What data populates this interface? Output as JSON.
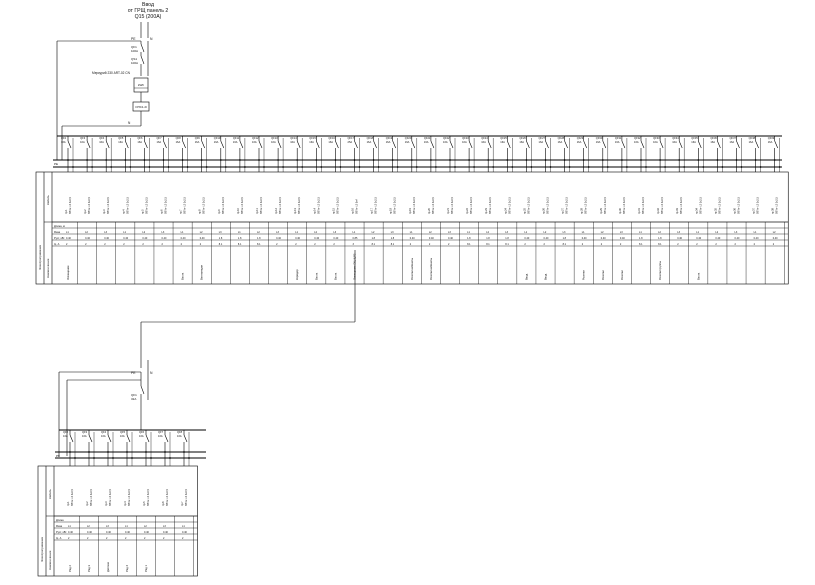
{
  "header": {
    "line1": "Ввод",
    "line2": "от ГРЩ панель 2",
    "line3": "Q15 (200A)"
  },
  "main_panel": {
    "phase_label": "PE",
    "neutral_label": "N",
    "bus_label": "PE",
    "main_breaker": {
      "name": "QF1",
      "rating": "100A"
    },
    "switch": {
      "name": "QS1",
      "rating": "100A"
    },
    "meter": {
      "label": "Меркурий 230 ART-02 CN",
      "box": "kWh"
    },
    "spd": {
      "label": "ОПС1-D"
    },
    "n_label": "N",
    "row_labels": {
      "cable": "Кабель",
      "length": "Длина, м",
      "phase": "Фаза",
      "power": "Руст, кВт",
      "current": "Iр, А",
      "consumer": "Наименование",
      "side_title": "Электроприемник"
    },
    "feeders": [
      {
        "breaker": "QF2",
        "rating": "16A",
        "cable": "ВВГнг-LS 3х2,5",
        "group": "гр.1",
        "power": "0.40",
        "current": "2",
        "phase": "L1",
        "consumer": "Освещение"
      },
      {
        "breaker": "QF3",
        "rating": "16A",
        "cable": "ВВГнг-LS 3х2,5",
        "group": "гр.2",
        "power": "0.40",
        "current": "2",
        "phase": "L2",
        "consumer": ""
      },
      {
        "breaker": "QF4",
        "rating": "16A",
        "cable": "ВВГнг-LS 3х2,5",
        "group": "гр.3",
        "power": "0.40",
        "current": "2",
        "phase": "L3",
        "consumer": ""
      },
      {
        "breaker": "QF5",
        "rating": "16A",
        "cable": "ВВГнг-LS 3х2,5",
        "group": "гр.4",
        "power": "0.40",
        "current": "2",
        "phase": "L1",
        "consumer": ""
      },
      {
        "breaker": "QF6",
        "rating": "16A",
        "cable": "ВВГнг-LS 3х2,5",
        "group": "гр.5",
        "power": "0.40",
        "current": "2",
        "phase": "L2",
        "consumer": ""
      },
      {
        "breaker": "QF7",
        "rating": "16A",
        "cable": "ВВГнг-LS 3х2,5",
        "group": "гр.6",
        "power": "0.40",
        "current": "2",
        "phase": "L3",
        "consumer": ""
      },
      {
        "breaker": "QF8",
        "rating": "16A",
        "cable": "ВВГнг-LS 3х2,5",
        "group": "гр.7",
        "power": "0.40",
        "current": "2",
        "phase": "L1",
        "consumer": "Вахта"
      },
      {
        "breaker": "QF9",
        "rating": "16A",
        "cable": "ВВГнг-LS 3х2,5",
        "group": "гр.8",
        "power": "0.40",
        "current": "2",
        "phase": "L2",
        "consumer": "Вентиляция"
      },
      {
        "breaker": "QF10",
        "rating": "16A",
        "cable": "ВВГнг-LS 3х2,5",
        "group": "гр.9",
        "power": "1.8",
        "current": "8.1",
        "phase": "L3",
        "consumer": ""
      },
      {
        "breaker": "QF11",
        "rating": "16A",
        "cable": "ВВГнг-LS 3х2,5",
        "group": "гр.10",
        "power": "1.8",
        "current": "8.1",
        "phase": "L1",
        "consumer": ""
      },
      {
        "breaker": "QF12",
        "rating": "16A",
        "cable": "ВВГнг-LS 3х2,5",
        "group": "гр.11",
        "power": "1.8",
        "current": "8.1",
        "phase": "L2",
        "consumer": ""
      },
      {
        "breaker": "QF13",
        "rating": "16A",
        "cable": "ВВГнг-LS 3х2,5",
        "group": "гр.12",
        "power": "0.40",
        "current": "2",
        "phase": "L3",
        "consumer": ""
      },
      {
        "breaker": "QF14",
        "rating": "16A",
        "cable": "ВВГнг-LS 3х2,5",
        "group": "гр.13",
        "power": "0.40",
        "current": "2",
        "phase": "L1",
        "consumer": "Коридор"
      },
      {
        "breaker": "QF15",
        "rating": "16A",
        "cable": "ВВГнг-LS 3х2,5",
        "group": "гр.14",
        "power": "0.40",
        "current": "2",
        "phase": "L2",
        "consumer": "Вахта"
      },
      {
        "breaker": "QF16",
        "rating": "16A",
        "cable": "ВВГнг-LS 3х2,5",
        "group": "гр.15",
        "power": "0.40",
        "current": "2",
        "phase": "L3",
        "consumer": "Вахта"
      },
      {
        "breaker": "QF17",
        "rating": "25A",
        "cable": "ВВГнг-LS 5х4",
        "group": "гр.16",
        "power": "0.85",
        "current": "3",
        "phase": "L1",
        "consumer": "Освещение ОЩ ЩР2"
      },
      {
        "breaker": "QF18",
        "rating": "16A",
        "cable": "ВВГнг-LS 3х2,5",
        "group": "гр.17",
        "power": "1.8",
        "current": "8.1",
        "phase": "L2",
        "consumer": ""
      },
      {
        "breaker": "QF19",
        "rating": "16A",
        "cable": "ВВГнг-LS 3х2,5",
        "group": "гр.18",
        "power": "1.8",
        "current": "8.1",
        "phase": "L3",
        "consumer": ""
      },
      {
        "breaker": "QF20",
        "rating": "16A",
        "cable": "ВВГнг-LS 3х2,5",
        "group": "гр.19",
        "power": "0.40",
        "current": "2",
        "phase": "L1",
        "consumer": "Розетки кабинеты"
      },
      {
        "breaker": "QF21",
        "rating": "16A",
        "cable": "ВВГнг-LS 3х2,5",
        "group": "гр.20",
        "power": "0.40",
        "current": "2",
        "phase": "L2",
        "consumer": "Розетки кабинеты"
      },
      {
        "breaker": "QF22",
        "rating": "16A",
        "cable": "ВВГнг-LS 3х2,5",
        "group": "гр.21",
        "power": "0.40",
        "current": "2",
        "phase": "L3",
        "consumer": ""
      },
      {
        "breaker": "QF23",
        "rating": "16A",
        "cable": "ВВГнг-LS 3х2,5",
        "group": "гр.22",
        "power": "1.8",
        "current": "8.1",
        "phase": "L1",
        "consumer": ""
      },
      {
        "breaker": "QF24",
        "rating": "16A",
        "cable": "ВВГнг-LS 3х2,5",
        "group": "гр.23",
        "power": "1.8",
        "current": "8.1",
        "phase": "L2",
        "consumer": ""
      },
      {
        "breaker": "QF25",
        "rating": "16A",
        "cable": "ВВГнг-LS 3х2,5",
        "group": "гр.24",
        "power": "1.8",
        "current": "8.1",
        "phase": "L3",
        "consumer": ""
      },
      {
        "breaker": "QF26",
        "rating": "16A",
        "cable": "ВВГнг-LS 3х2,5",
        "group": "гр.25",
        "power": "0.40",
        "current": "2",
        "phase": "L1",
        "consumer": "Ввод"
      },
      {
        "breaker": "QF27",
        "rating": "16A",
        "cable": "ВВГнг-LS 3х2,5",
        "group": "гр.26",
        "power": "0.40",
        "current": "2",
        "phase": "L2",
        "consumer": "Ввод"
      },
      {
        "breaker": "QF28",
        "rating": "16A",
        "cable": "ВВГнг-LS 3х2,5",
        "group": "гр.27",
        "power": "1.8",
        "current": "8.1",
        "phase": "L3",
        "consumer": ""
      },
      {
        "breaker": "QF29",
        "rating": "16A",
        "cable": "ВВГнг-LS 3х2,5",
        "group": "гр.28",
        "power": "0.40",
        "current": "2",
        "phase": "L1",
        "consumer": "Розетки"
      },
      {
        "breaker": "QF30",
        "rating": "16A",
        "cable": "ВВГнг-LS 3х2,5",
        "group": "гр.29",
        "power": "0.40",
        "current": "2",
        "phase": "L2",
        "consumer": "Розетки"
      },
      {
        "breaker": "QF31",
        "rating": "16A",
        "cable": "ВВГнг-LS 3х2,5",
        "group": "гр.30",
        "power": "0.40",
        "current": "2",
        "phase": "L3",
        "consumer": "Розетки"
      },
      {
        "breaker": "QF32",
        "rating": "16A",
        "cable": "ВВГнг-LS 3х2,5",
        "group": "гр.31",
        "power": "1.8",
        "current": "8.1",
        "phase": "L1",
        "consumer": ""
      },
      {
        "breaker": "QF33",
        "rating": "16A",
        "cable": "ВВГнг-LS 3х2,5",
        "group": "гр.32",
        "power": "1.8",
        "current": "8.1",
        "phase": "L2",
        "consumer": "Розетки группы"
      },
      {
        "breaker": "QF34",
        "rating": "16A",
        "cable": "ВВГнг-LS 3х2,5",
        "group": "гр.33",
        "power": "0.40",
        "current": "2",
        "phase": "L3",
        "consumer": ""
      },
      {
        "breaker": "QF35",
        "rating": "16A",
        "cable": "ВВГнг-LS 3х2,5",
        "group": "гр.34",
        "power": "0.40",
        "current": "2",
        "phase": "L1",
        "consumer": "Вахта"
      },
      {
        "breaker": "QF36",
        "rating": "16A",
        "cable": "ВВГнг-LS 3х2,5",
        "group": "гр.35",
        "power": "0.40",
        "current": "2",
        "phase": "L2",
        "consumer": ""
      },
      {
        "breaker": "QF37",
        "rating": "16A",
        "cable": "ВВГнг-LS 3х2,5",
        "group": "гр.36",
        "power": "0.40",
        "current": "2",
        "phase": "L3",
        "consumer": ""
      },
      {
        "breaker": "QF38",
        "rating": "16A",
        "cable": "ВВГнг-LS 3х2,5",
        "group": "гр.37",
        "power": "0.40",
        "current": "2",
        "phase": "L1",
        "consumer": ""
      },
      {
        "breaker": "QF39",
        "rating": "16A",
        "cable": "ВВГнг-LS 3х2,5",
        "group": "гр.38",
        "power": "0.40",
        "current": "2",
        "phase": "L2",
        "consumer": ""
      }
    ]
  },
  "sub_panel": {
    "phase_label": "PE",
    "neutral_label": "N",
    "bus_label": "PE",
    "main_breaker": {
      "name": "QF1",
      "rating": "32A"
    },
    "row_labels": {
      "cable": "Кабель",
      "length": "Длина",
      "phase": "Фаза",
      "power": "Руст, кВт",
      "current": "Iр, А",
      "consumer": "Наименование",
      "side_title": "Электроприемник"
    },
    "feeders": [
      {
        "breaker": "QF2",
        "rating": "16A",
        "cable": "ВВГнг-LS 3х2,5",
        "group": "гр.1",
        "power": "0.40",
        "current": "2",
        "phase": "L1",
        "consumer": "Ряд 2"
      },
      {
        "breaker": "QF3",
        "rating": "16A",
        "cable": "ВВГнг-LS 3х2,5",
        "group": "гр.2",
        "power": "0.40",
        "current": "2",
        "phase": "L2",
        "consumer": "Ряд 3"
      },
      {
        "breaker": "QF4",
        "rating": "16A",
        "cable": "ВВГнг-LS 3х2,5",
        "group": "гр.3",
        "power": "0.40",
        "current": "2",
        "phase": "L3",
        "consumer": "Детская"
      },
      {
        "breaker": "QF5",
        "rating": "16A",
        "cable": "ВВГнг-LS 3х2,5",
        "group": "гр.4",
        "power": "0.40",
        "current": "2",
        "phase": "L1",
        "consumer": "Ряд 4"
      },
      {
        "breaker": "QF6",
        "rating": "16A",
        "cable": "ВВГнг-LS 3х2,5",
        "group": "гр.5",
        "power": "0.40",
        "current": "2",
        "phase": "L2",
        "consumer": "Ряд 1"
      },
      {
        "breaker": "QF7",
        "rating": "16A",
        "cable": "ВВГнг-LS 3х2,5",
        "group": "гр.6",
        "power": "0.40",
        "current": "2",
        "phase": "L3",
        "consumer": ""
      },
      {
        "breaker": "QF8",
        "rating": "16A",
        "cable": "ВВГнг-LS 3х2,5",
        "group": "гр.7",
        "power": "0.40",
        "current": "2",
        "phase": "L1",
        "consumer": ""
      }
    ]
  }
}
